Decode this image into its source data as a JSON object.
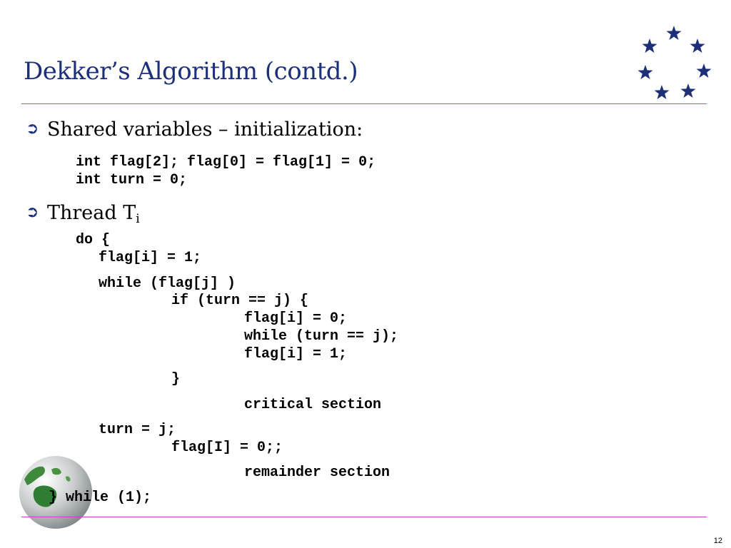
{
  "slide": {
    "title": "Dekker’s Algorithm (contd.)",
    "page_number": "12"
  },
  "bullets": [
    {
      "icon": "arrow-circle-icon",
      "text": "Shared variables – initialization:"
    },
    {
      "icon": "arrow-circle-icon",
      "text": "Thread T",
      "subscript": "i"
    }
  ],
  "code_init": [
    "int flag[2]; flag[0] = flag[1] = 0;",
    "int turn = 0;"
  ],
  "code_thread": {
    "do_line": "do {",
    "flag_set": "flag[i] = 1;",
    "while_line": "while (flag[j] )",
    "if_line": "if (turn == j) {",
    "inner_lines": [
      "flag[i] = 0;",
      "while (turn == j);",
      "flag[i] = 1;"
    ],
    "close_brace": "}",
    "critical_section": "critical section",
    "turn_line": "turn = j;",
    "flag_reset": "flag[I] = 0;;",
    "remainder_section": "remainder section",
    "end_line": "} while (1);"
  },
  "decor": {
    "accent_color": "#1c2f78",
    "rule_color": "#d23fae",
    "stars_icon": "eu-stars-icon",
    "globe_icon": "globe-icon"
  }
}
